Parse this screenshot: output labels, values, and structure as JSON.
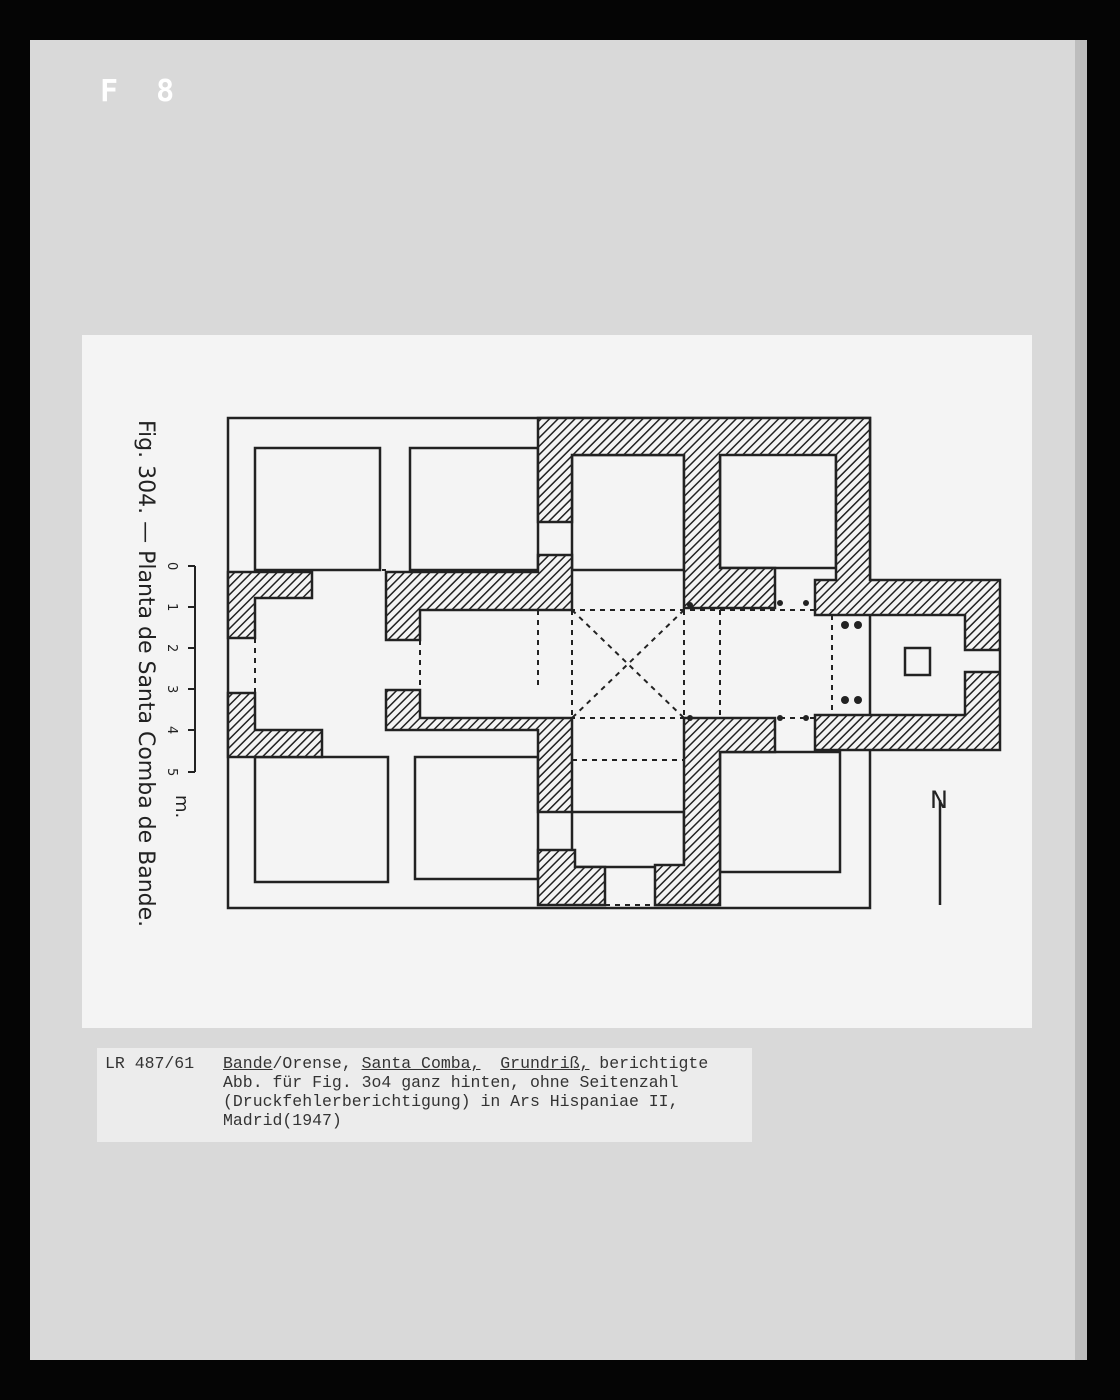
{
  "sheet_label": "F 8",
  "figure": {
    "caption": "Fig. 304. — Planta de Santa Comba de Bande.",
    "scale_ticks": [
      "0",
      "1",
      "2",
      "3",
      "4",
      "5"
    ],
    "scale_unit": "m.",
    "north_mark": "N"
  },
  "catalog_label": {
    "reference": "LR 487/61",
    "place": "Bande",
    "region": "/Orense, ",
    "building": "Santa Comba,",
    "type": "Grundriß,",
    "line1_rest": " berichtigte",
    "line2": "Abb.  für Fig. 3o4 ganz hinten, ohne Seitenzahl",
    "line3": "(Druckfehlerberichtigung) in Ars Hispaniae II,",
    "line4": "Madrid(1947)"
  }
}
